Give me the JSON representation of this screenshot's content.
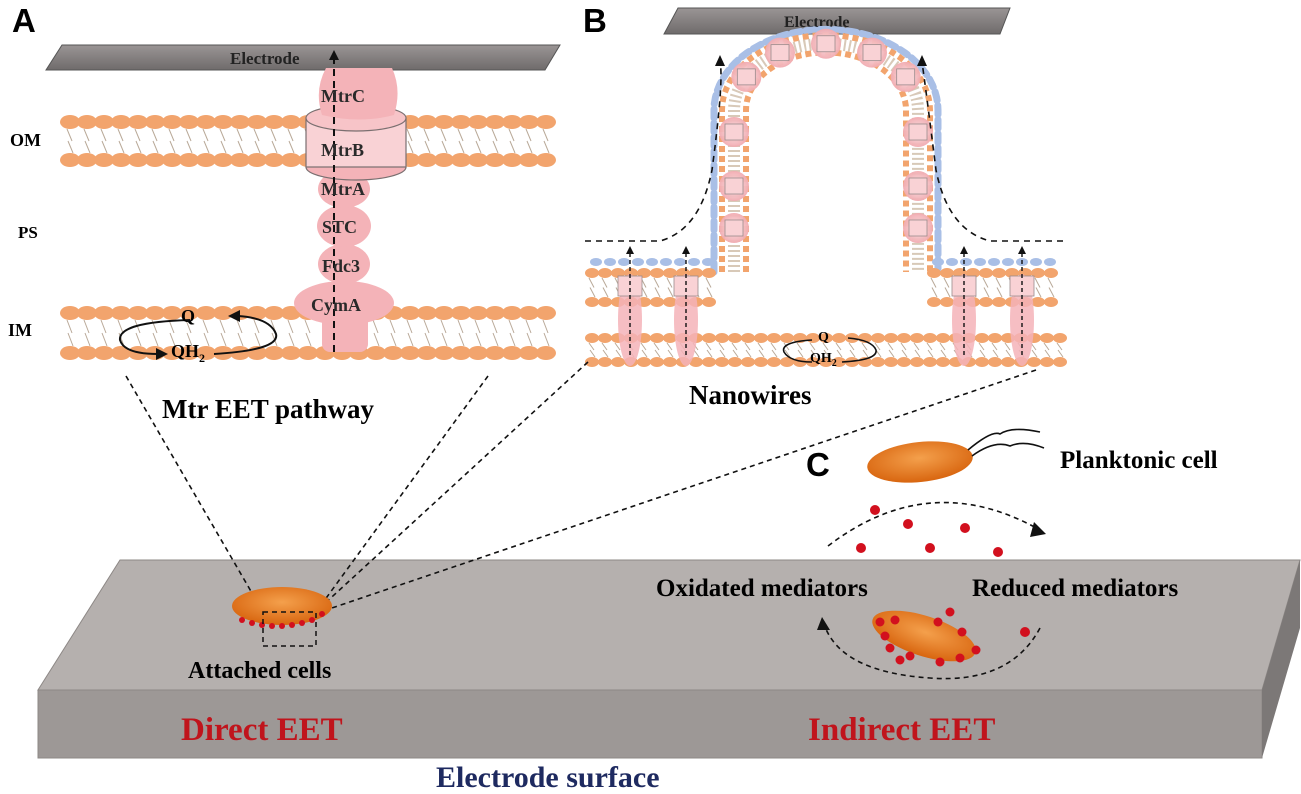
{
  "panels": {
    "a": "A",
    "b": "B",
    "c": "C"
  },
  "panel_a": {
    "electrode": "Electrode",
    "om": "OM",
    "ps": "PS",
    "im": "IM",
    "proteins": [
      "MtrC",
      "MtrB",
      "MtrA",
      "STC",
      "Fdc3",
      "CymA"
    ],
    "q": "Q",
    "qh": "QH",
    "qh_sub": "2",
    "caption": "Mtr EET pathway"
  },
  "panel_b": {
    "electrode": "Electrode",
    "q": "Q",
    "qh": "QH",
    "qh_sub": "2",
    "caption": "Nanowires"
  },
  "panel_c": {
    "planktonic": "Planktonic cell",
    "oxidated": "Oxidated mediators",
    "reduced": "Reduced mediators"
  },
  "surface": {
    "attached": "Attached cells",
    "direct": "Direct EET",
    "indirect": "Indirect EET",
    "electrode_surface": "Electrode surface"
  },
  "colors": {
    "membrane": "#f2a46d",
    "protein": "#f4b3b8",
    "red_label": "#c0141c",
    "navy_label": "#1e2a60",
    "slab_top": "#b5b0ae",
    "slab_front": "#9d9896",
    "cell": "#e8751f",
    "mediator": "#d2101e",
    "nanowire_outer": "#a9bfe6"
  }
}
